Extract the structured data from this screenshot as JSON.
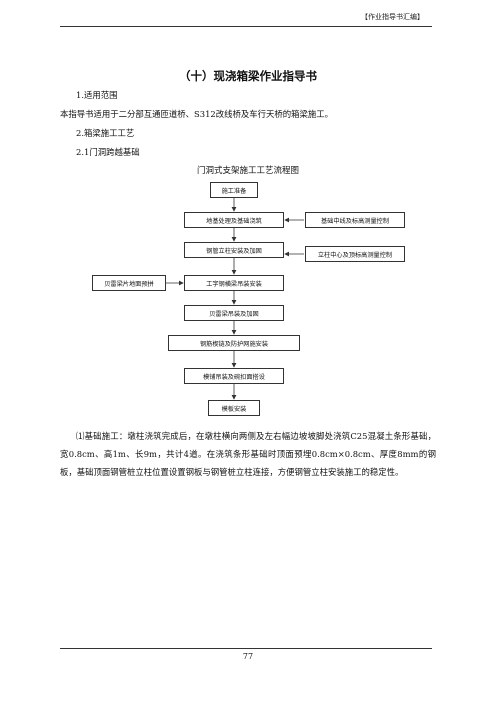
{
  "header": {
    "text": "【作业指导书汇编】"
  },
  "title": "（十）现浇箱梁作业指导书",
  "sections": {
    "s1_heading": "1.适用范围",
    "s1_body": "本指导书适用于二分部互通匝道桥、S312改线桥及车行天桥的箱梁施工。",
    "s2_heading": "2.箱梁施工工艺",
    "s21_heading": "2.1门洞跨越基础"
  },
  "flowchart": {
    "title": "门洞式支架施工工艺流程图",
    "main": [
      "施工准备",
      "地基处理及基础浇筑",
      "钢管立柱安装及加固",
      "工字钢横梁吊装安装",
      "贝雷梁吊装及加固",
      "钢筋楔链及防护网施安装",
      "模铺吊装及碗扣面搭设",
      "模板安装"
    ],
    "side_right": [
      "基础中线及标高测量控制",
      "立柱中心及顶标高测量控制"
    ],
    "side_left": [
      "贝雷梁片地面预拼"
    ]
  },
  "paragraph": "⑴基础施工：墩柱浇筑完成后，在墩柱横向两侧及左右幅边坡坡脚处浇筑C25混凝土条形基础，宽0.8cm、高1m、长9m，共计4道。在浇筑条形基础时顶面预埋0.8cm×0.8cm、厚度8mm的钢板，基础顶面钢管桩立柱位置设置钢板与钢管桩立柱连接，方便钢管立柱安装施工的稳定性。",
  "page_number": "77"
}
